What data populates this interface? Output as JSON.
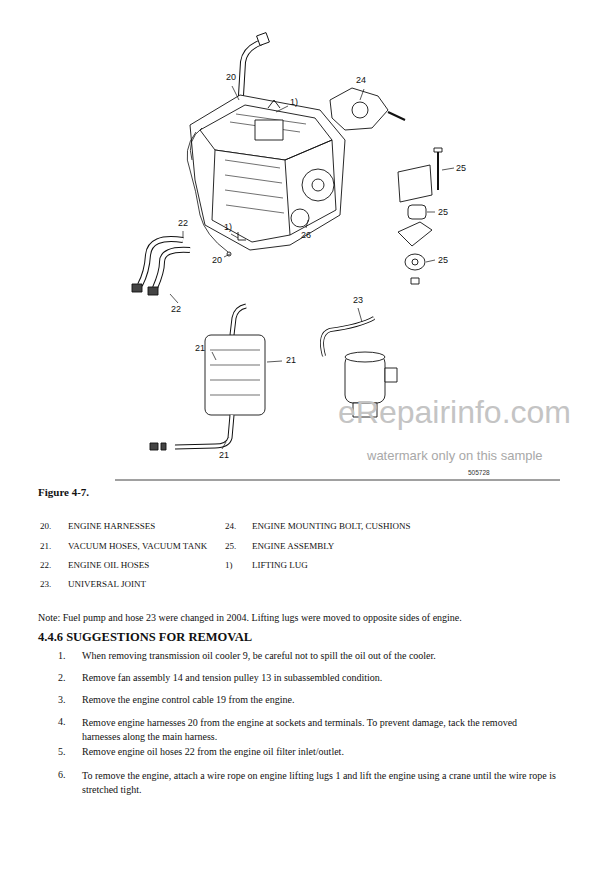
{
  "diagram": {
    "caption": "Figure 4-7.",
    "labels": [
      "20",
      "24",
      "1)",
      "25",
      "25",
      "25",
      "22",
      "1)",
      "26",
      "20",
      "22",
      "23",
      "21",
      "21",
      "21",
      "eRepairinfo.com",
      "watermark only on this sample",
      "505728",
      "20.",
      "ENGINE HARNESSES",
      "24.",
      "ENGINE MOUNTING BOLT, CUSHIONS",
      "21.",
      "VACUUM HOSES, VACUUM TANK",
      "25.",
      "ENGINE ASSEMBLY",
      "22.",
      "ENGINE OIL HOSES",
      "1)",
      "LIFTING LUG",
      "23.",
      "UNIVERSAL JOINT",
      "Note: Fuel pump and hose 23 were changed in 2004. Lifting lugs were moved to opposite sides of engine.",
      "4.4.6 SUGGESTIONS FOR REMOVAL",
      "1.",
      "When removing transmission oil cooler 9, be careful not to spill the oil out of the cooler.",
      "2.",
      "Remove fan assembly 14 and tension pulley 13 in subassembled condition.",
      "3.",
      "Remove the engine control cable 19 from the engine.",
      "4.",
      "Remove engine harnesses 20 from the engine at sockets and terminals. To prevent damage, tack the removed harnesses along the main harness.",
      "5.",
      "Remove engine oil hoses 22 from the engine oil filter inlet/outlet.",
      "6.",
      "To remove the engine, attach a wire rope on engine lifting lugs 1 and lift the engine using a crane until the wire rope is stretched tight."
    ]
  }
}
